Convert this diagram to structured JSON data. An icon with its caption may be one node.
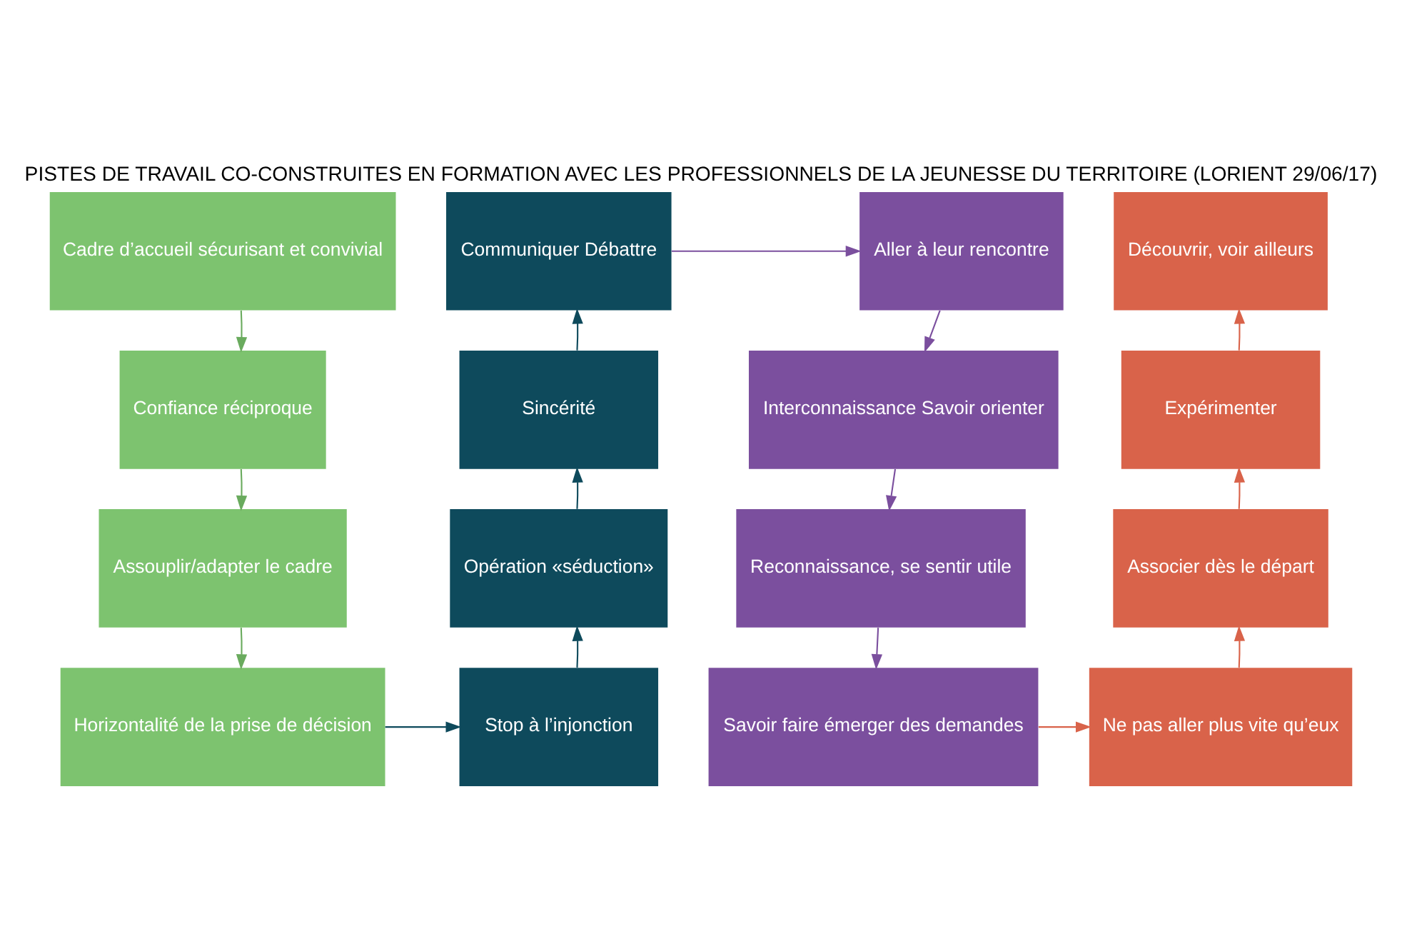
{
  "diagram": {
    "title": "PISTES DE TRAVAIL CO-CONSTRUITES EN FORMATION AVEC LES PROFESSIONNELS DE LA JEUNESSE DU TERRITOIRE (LORIENT 29/06/17)",
    "nodes": [
      {
        "text": [
          "Cadre d’accueil sécurisant et convivial"
        ]
      },
      {
        "text": [
          "Confiance réciproque"
        ]
      },
      {
        "text": [
          "Assouplir/adapter le cadre"
        ]
      },
      {
        "text": [
          "Horizontalité de la prise de décision"
        ]
      },
      {
        "text": [
          "Communiquer Débattre"
        ]
      },
      {
        "text": [
          "Sincérité"
        ]
      },
      {
        "text": [
          "Opération «séduction»"
        ]
      },
      {
        "text": [
          "Stop à l’injonction"
        ]
      },
      {
        "text": [
          "Aller à leur rencontre"
        ]
      },
      {
        "text": [
          "Interconnaissance Savoir orienter"
        ]
      },
      {
        "text": [
          "Reconnaissance, se sentir utile"
        ]
      },
      {
        "text": [
          "Savoir faire émerger des demandes"
        ]
      },
      {
        "text": [
          "Découvrir, voir ailleurs"
        ]
      },
      {
        "text": [
          "Expérimenter"
        ]
      },
      {
        "text": [
          "Associer dès le départ"
        ]
      },
      {
        "text": [
          "Ne pas aller plus vite qu’eux"
        ]
      }
    ],
    "edges": [
      {
        "from": 0,
        "to": 1,
        "arrow": "to",
        "color": "#6aab5e"
      },
      {
        "from": 1,
        "to": 2,
        "arrow": "to",
        "color": "#6aab5e"
      },
      {
        "from": 2,
        "to": 3,
        "arrow": "to",
        "color": "#6aab5e"
      },
      {
        "from": 3,
        "to": 7,
        "arrow": "to",
        "color": "#0e4a5c"
      },
      {
        "from": 7,
        "to": 6,
        "arrow": "to",
        "color": "#0e4a5c"
      },
      {
        "from": 6,
        "to": 5,
        "arrow": "to",
        "color": "#0e4a5c"
      },
      {
        "from": 5,
        "to": 4,
        "arrow": "to",
        "color": "#0e4a5c"
      },
      {
        "from": 4,
        "to": 8,
        "arrow": "to",
        "color": "#7b4f9e"
      },
      {
        "from": 8,
        "to": 9,
        "arrow": "to",
        "color": "#7b4f9e"
      },
      {
        "from": 9,
        "to": 10,
        "arrow": "to",
        "color": "#7b4f9e"
      },
      {
        "from": 10,
        "to": 11,
        "arrow": "to",
        "color": "#7b4f9e"
      },
      {
        "from": 11,
        "to": 15,
        "arrow": "to",
        "color": "#d9634a"
      },
      {
        "from": 15,
        "to": 14,
        "arrow": "to",
        "color": "#d9634a"
      },
      {
        "from": 14,
        "to": 13,
        "arrow": "to",
        "color": "#d9634a"
      },
      {
        "from": 13,
        "to": 12,
        "arrow": "to",
        "color": "#d9634a"
      }
    ]
  }
}
